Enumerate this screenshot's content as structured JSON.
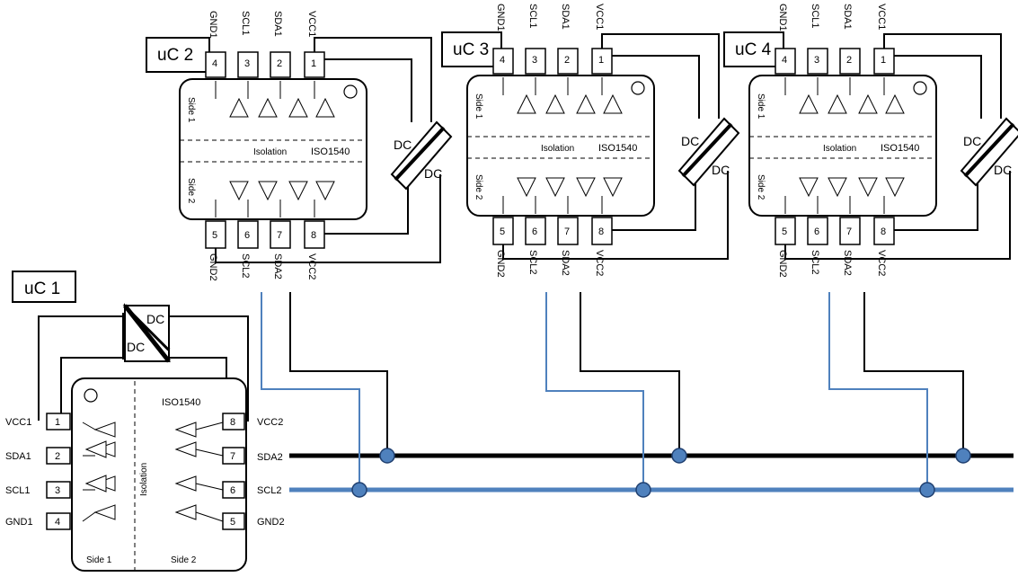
{
  "controllers": {
    "uc1": "uC 1",
    "uc2": "uC 2",
    "uc3": "uC 3",
    "uc4": "uC 4"
  },
  "chip": {
    "part": "ISO1540",
    "isolation": "Isolation",
    "side1": "Side 1",
    "side2": "Side 2"
  },
  "pins": {
    "side1": [
      "VCC1",
      "SDA1",
      "SCL1",
      "GND1"
    ],
    "side2": [
      "VCC2",
      "SDA2",
      "SCL2",
      "GND2"
    ],
    "top_top": [
      "GND1",
      "SCL1",
      "SDA1",
      "VCC1"
    ],
    "top_bottom": [
      "GND2",
      "SCL2",
      "SDA2",
      "VCC2"
    ],
    "top_nums_top": [
      "4",
      "3",
      "2",
      "1"
    ],
    "top_nums_bottom": [
      "5",
      "6",
      "7",
      "8"
    ],
    "left_nums": [
      "1",
      "2",
      "3",
      "4"
    ],
    "right_nums": [
      "8",
      "7",
      "6",
      "5"
    ]
  },
  "dcdc": {
    "label": "DC"
  },
  "bus": {
    "sda": "SDA2",
    "scl": "SCL2"
  },
  "colors": {
    "sda_line": "#000000",
    "scl_line": "#4f81bd",
    "node": "#4f81bd"
  }
}
